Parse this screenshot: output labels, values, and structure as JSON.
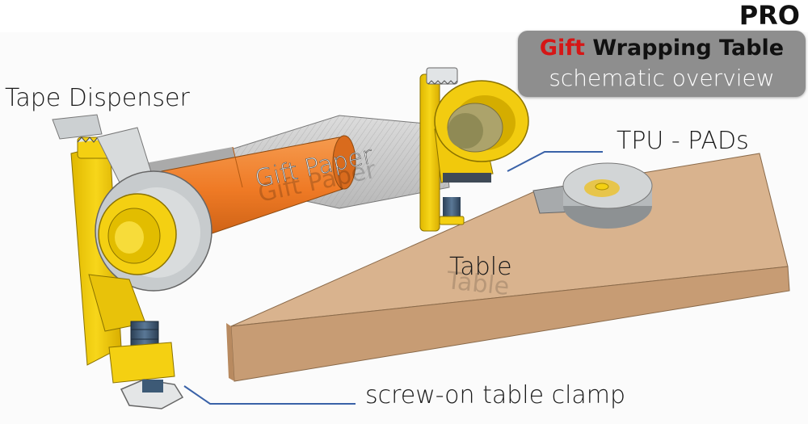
{
  "badge": {
    "text": "PRO"
  },
  "title": {
    "accent": "Gift",
    "rest": "Wrapping Table",
    "subtitle": "schematic overview"
  },
  "labels": {
    "tape_dispenser": "Tape Dispenser",
    "gift_paper": "Gift Paper",
    "tpu_pads": "TPU - PADs",
    "table": "Table",
    "clamp": "screw-on table clamp"
  },
  "colors": {
    "frame_yellow": "#f4d012",
    "paper_orange": "#ef7a25",
    "table_wood": "#d9b38e",
    "tape_grey": "#c8ccce",
    "screw_blue": "#3d5a76",
    "callout_line": "#3a62a8",
    "title_card": "#8e8e8e",
    "title_accent": "#d61616"
  }
}
